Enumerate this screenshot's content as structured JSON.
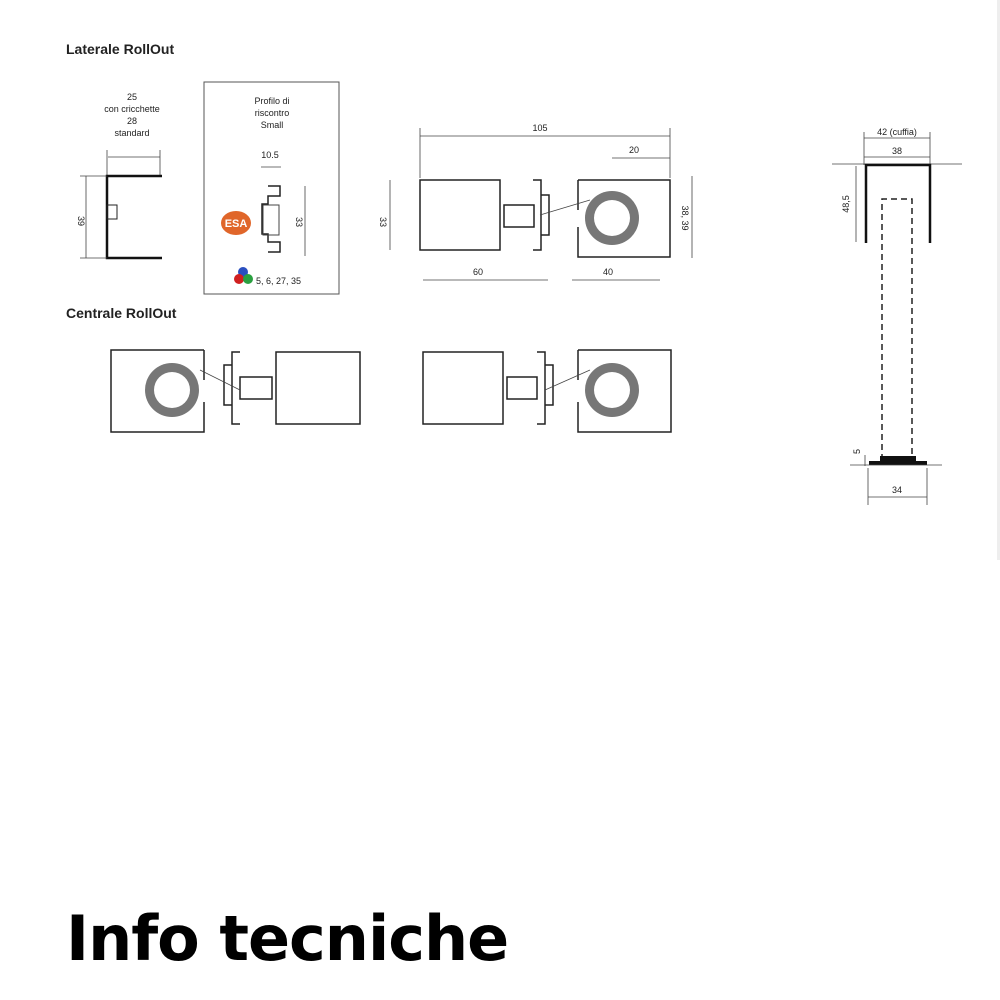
{
  "sections": {
    "laterale": "Laterale RollOut",
    "centrale": "Centrale RollOut"
  },
  "side_profile": {
    "width_top": "25",
    "width_note1": "con cricchette",
    "width_alt": "28",
    "width_note2": "standard",
    "height": "39"
  },
  "counter_profile": {
    "title1": "Profilo di",
    "title2": "riscontro",
    "title3": "Small",
    "width": "10.5",
    "height": "33",
    "badge": "ESA",
    "colors": "5, 6, 27, 35",
    "badge_color": "#e0662a"
  },
  "assembly": {
    "total": "105",
    "right_top": "20",
    "left_height": "33",
    "right_height": "38, 39",
    "left_width": "60",
    "right_width": "40"
  },
  "section_view": {
    "cap_width": "42 (cuffia)",
    "inner_width": "38",
    "height": "48,5",
    "base_height": "5",
    "base_width": "34"
  },
  "footer": {
    "title": "Info tecniche"
  }
}
